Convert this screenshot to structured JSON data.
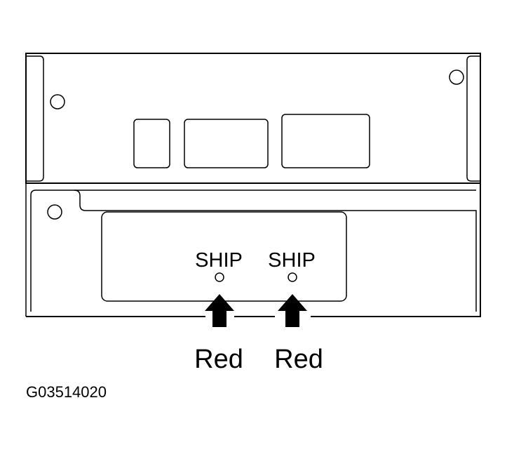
{
  "labels": {
    "ship_left": "SHIP",
    "ship_right": "SHIP",
    "red_left": "Red",
    "red_right": "Red",
    "figure_id": "G03514020"
  }
}
